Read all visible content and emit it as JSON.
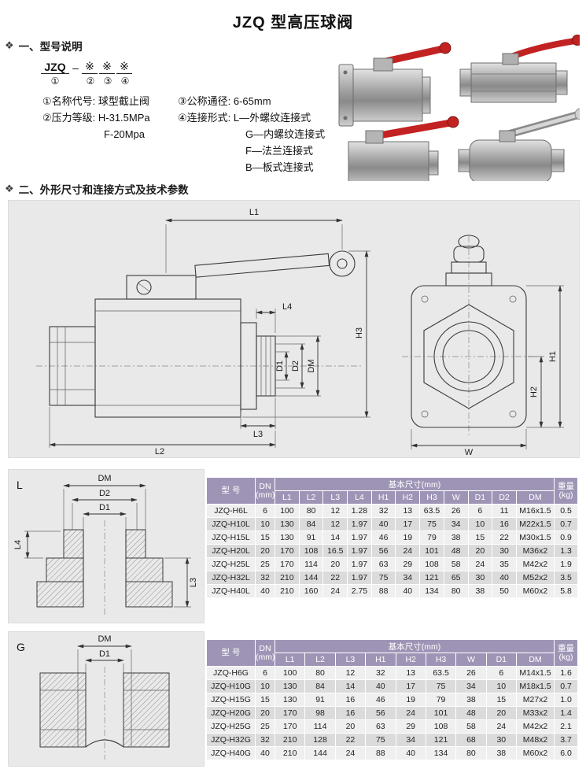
{
  "page_title": "JZQ 型高压球阀",
  "section1": {
    "bullet": "❖",
    "heading": "一、型号说明",
    "formula": {
      "code": "JZQ",
      "code_num": "①",
      "dash": "–",
      "stars": [
        "※",
        "※",
        "※"
      ],
      "star_nums": [
        "②",
        "③",
        "④"
      ]
    },
    "notes_left": [
      "①名称代号: 球型截止阀",
      "②压力等级: H-31.5MPa",
      "F-20Mpa"
    ],
    "notes_right": [
      "③公称通径: 6-65mm",
      "④连接形式: L—外螺纹连接式",
      "G—内螺纹连接式",
      "F—法兰连接式",
      "B—板式连接式"
    ]
  },
  "section2": {
    "bullet": "❖",
    "heading": "二、外形尺寸和连接方式及技术参数"
  },
  "drawing": {
    "dims": {
      "L1": "L1",
      "L2": "L2",
      "L3": "L3",
      "L4": "L4",
      "H1": "H1",
      "H2": "H2",
      "H3": "H3",
      "D1": "D1",
      "D2": "D2",
      "DM": "DM",
      "W": "W"
    }
  },
  "detail_l": {
    "label": "L",
    "dims": {
      "DM": "DM",
      "D2": "D2",
      "D1": "D1",
      "L4": "L4",
      "L3": "L3"
    }
  },
  "detail_g": {
    "label": "G",
    "dims": {
      "DM": "DM",
      "D1": "D1"
    }
  },
  "table_l": {
    "col_model": "型 号",
    "col_dn": "DN\n(mm)",
    "col_basic": "基本尺寸(mm)",
    "col_weight": "重量\n(kg)",
    "sub_headers": [
      "L1",
      "L2",
      "L3",
      "L4",
      "H1",
      "H2",
      "H3",
      "W",
      "D1",
      "D2",
      "DM"
    ],
    "rows": [
      [
        "JZQ-H6L",
        "6",
        "100",
        "80",
        "12",
        "1.28",
        "32",
        "13",
        "63.5",
        "26",
        "6",
        "11",
        "M16x1.5",
        "0.5"
      ],
      [
        "JZQ-H10L",
        "10",
        "130",
        "84",
        "12",
        "1.97",
        "40",
        "17",
        "75",
        "34",
        "10",
        "16",
        "M22x1.5",
        "0.7"
      ],
      [
        "JZQ-H15L",
        "15",
        "130",
        "91",
        "14",
        "1.97",
        "46",
        "19",
        "79",
        "38",
        "15",
        "22",
        "M30x1.5",
        "0.9"
      ],
      [
        "JZQ-H20L",
        "20",
        "170",
        "108",
        "16.5",
        "1.97",
        "56",
        "24",
        "101",
        "48",
        "20",
        "30",
        "M36x2",
        "1.3"
      ],
      [
        "JZQ-H25L",
        "25",
        "170",
        "114",
        "20",
        "1.97",
        "63",
        "29",
        "108",
        "58",
        "24",
        "35",
        "M42x2",
        "1.9"
      ],
      [
        "JZQ-H32L",
        "32",
        "210",
        "144",
        "22",
        "1.97",
        "75",
        "34",
        "121",
        "65",
        "30",
        "40",
        "M52x2",
        "3.5"
      ],
      [
        "JZQ-H40L",
        "40",
        "210",
        "160",
        "24",
        "2.75",
        "88",
        "40",
        "134",
        "80",
        "38",
        "50",
        "M60x2",
        "5.8"
      ]
    ]
  },
  "table_g": {
    "col_model": "型 号",
    "col_dn": "DN\n(mm)",
    "col_basic": "基本尺寸(mm)",
    "col_weight": "重量\n(kg)",
    "sub_headers": [
      "L1",
      "L2",
      "L3",
      "H1",
      "H2",
      "H3",
      "W",
      "D1",
      "DM"
    ],
    "rows": [
      [
        "JZQ-H6G",
        "6",
        "100",
        "80",
        "12",
        "32",
        "13",
        "63.5",
        "26",
        "6",
        "M14x1.5",
        "1.6"
      ],
      [
        "JZQ-H10G",
        "10",
        "130",
        "84",
        "14",
        "40",
        "17",
        "75",
        "34",
        "10",
        "M18x1.5",
        "0.7"
      ],
      [
        "JZQ-H15G",
        "15",
        "130",
        "91",
        "16",
        "46",
        "19",
        "79",
        "38",
        "15",
        "M27x2",
        "1.0"
      ],
      [
        "JZQ-H20G",
        "20",
        "170",
        "98",
        "16",
        "56",
        "24",
        "101",
        "48",
        "20",
        "M33x2",
        "1.4"
      ],
      [
        "JZQ-H25G",
        "25",
        "170",
        "114",
        "20",
        "63",
        "29",
        "108",
        "58",
        "24",
        "M42x2",
        "2.1"
      ],
      [
        "JZQ-H32G",
        "32",
        "210",
        "128",
        "22",
        "75",
        "34",
        "121",
        "68",
        "30",
        "M48x2",
        "3.7"
      ],
      [
        "JZQ-H40G",
        "40",
        "210",
        "144",
        "24",
        "88",
        "40",
        "134",
        "80",
        "38",
        "M60x2",
        "6.0"
      ]
    ]
  }
}
